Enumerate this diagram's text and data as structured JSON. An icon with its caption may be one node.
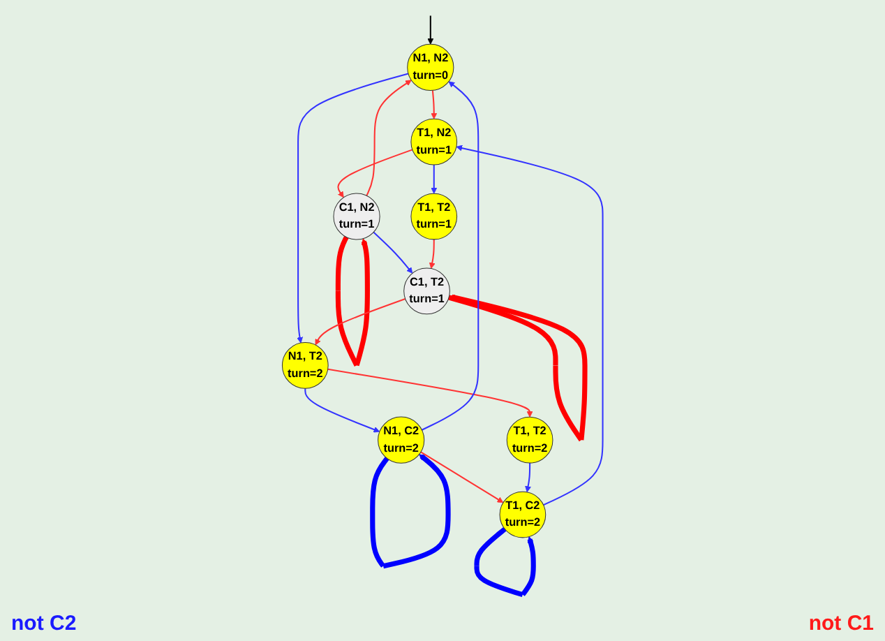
{
  "diagram": {
    "nodes": [
      {
        "text": [
          "N1, N2",
          "turn=0"
        ]
      },
      {
        "text": [
          "T1, N2",
          "turn=1"
        ]
      },
      {
        "text": [
          "N1, T2",
          "turn=2"
        ]
      },
      {
        "text": [
          "C1, N2",
          "turn=1"
        ]
      },
      {
        "text": [
          "T1, T2",
          "turn=1"
        ]
      },
      {
        "text": [
          "T1, T2",
          "turn=2"
        ]
      },
      {
        "text": [
          "N1, C2",
          "turn=2"
        ]
      },
      {
        "text": [
          "C1, T2",
          "turn=1"
        ]
      },
      {
        "text": [
          "T1, C2",
          "turn=2"
        ]
      }
    ],
    "edges": [
      {
        "from": null,
        "to": 0,
        "arrow": "to",
        "color": "#000000"
      },
      {
        "from": 0,
        "to": 1,
        "arrow": "to",
        "color": "#ff3333"
      },
      {
        "from": 0,
        "to": 2,
        "arrow": "to",
        "color": "#3333ff"
      },
      {
        "from": 1,
        "to": 3,
        "arrow": "to",
        "color": "#ff3333"
      },
      {
        "from": 1,
        "to": 4,
        "arrow": "to",
        "color": "#3333ff"
      },
      {
        "from": 2,
        "to": 5,
        "arrow": "to",
        "color": "#ff3333"
      },
      {
        "from": 2,
        "to": 6,
        "arrow": "to",
        "color": "#3333ff"
      },
      {
        "from": 3,
        "to": 0,
        "arrow": "to",
        "color": "#ff3333"
      },
      {
        "from": 3,
        "to": 3,
        "arrow": "to",
        "style": "thick",
        "color": "#ff0000"
      },
      {
        "from": 3,
        "to": 7,
        "arrow": "to",
        "color": "#3333ff"
      },
      {
        "from": 4,
        "to": 7,
        "arrow": "to",
        "color": "#ff3333"
      },
      {
        "from": 7,
        "to": 7,
        "arrow": "to",
        "style": "thick",
        "color": "#ff0000"
      },
      {
        "from": 7,
        "to": 2,
        "arrow": "to",
        "color": "#ff3333"
      },
      {
        "from": 6,
        "to": 0,
        "arrow": "to",
        "color": "#3333ff"
      },
      {
        "from": 6,
        "to": 6,
        "arrow": "to",
        "style": "thick",
        "color": "#0000ff"
      },
      {
        "from": 6,
        "to": 8,
        "arrow": "to",
        "color": "#ff3333"
      },
      {
        "from": 5,
        "to": 8,
        "arrow": "to",
        "color": "#3333ff"
      },
      {
        "from": 8,
        "to": 8,
        "arrow": "to",
        "style": "thick",
        "color": "#0000ff"
      },
      {
        "from": 8,
        "to": 1,
        "arrow": "to",
        "color": "#3333ff"
      }
    ],
    "labels": [
      "not C2",
      "not C1"
    ]
  }
}
